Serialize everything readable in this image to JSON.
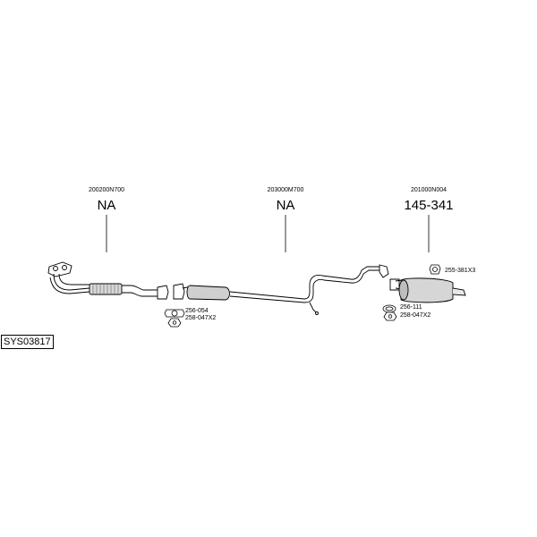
{
  "sections": [
    {
      "part_number": "200200N700",
      "code": "NA"
    },
    {
      "part_number": "203000M700",
      "code": "NA"
    },
    {
      "part_number": "201000N004",
      "code": "145-341"
    }
  ],
  "parts": [
    {
      "label": "256-054"
    },
    {
      "label": "258-047X2"
    },
    {
      "label": "255-381X3"
    },
    {
      "label": "256-111"
    },
    {
      "label": "258-047X2"
    }
  ],
  "system_id": "SYS03817"
}
